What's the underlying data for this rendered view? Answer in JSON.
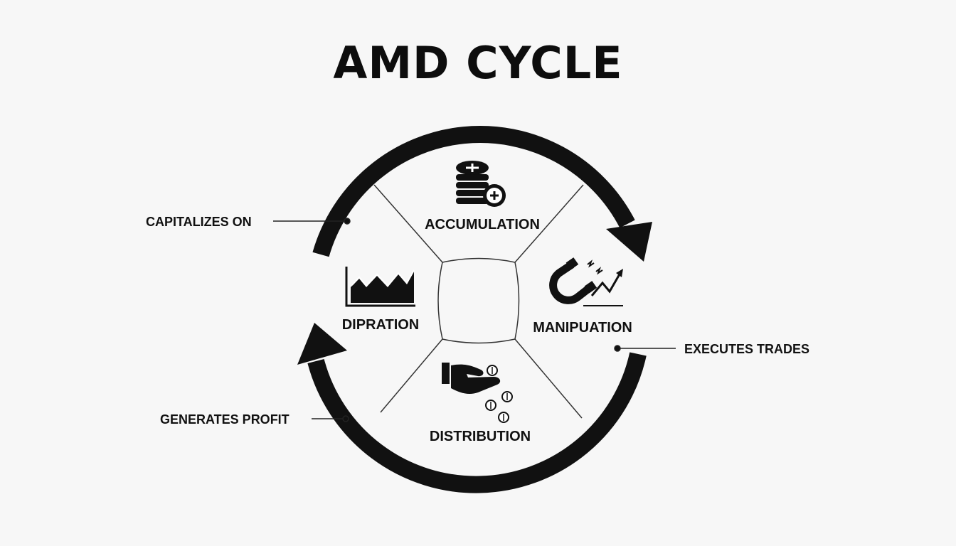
{
  "title": "AMD CYCLE",
  "segments": {
    "top": "ACCUMULATION",
    "right": "MANIPUATION",
    "bottom": "DISTRIBUTION",
    "left": "DIPRATION"
  },
  "callouts": {
    "capitalizes": "CAPITALIZES ON",
    "executes": "EXECUTES TRADES",
    "generates": "GENERATES PROFIT"
  },
  "icons": {
    "top": "coin-stack-plus-icon",
    "right": "magnet-rising-chart-icon",
    "bottom": "hand-dropping-coins-icon",
    "left": "area-chart-icon"
  },
  "colors": {
    "ink": "#111111",
    "background": "#f7f7f7"
  }
}
